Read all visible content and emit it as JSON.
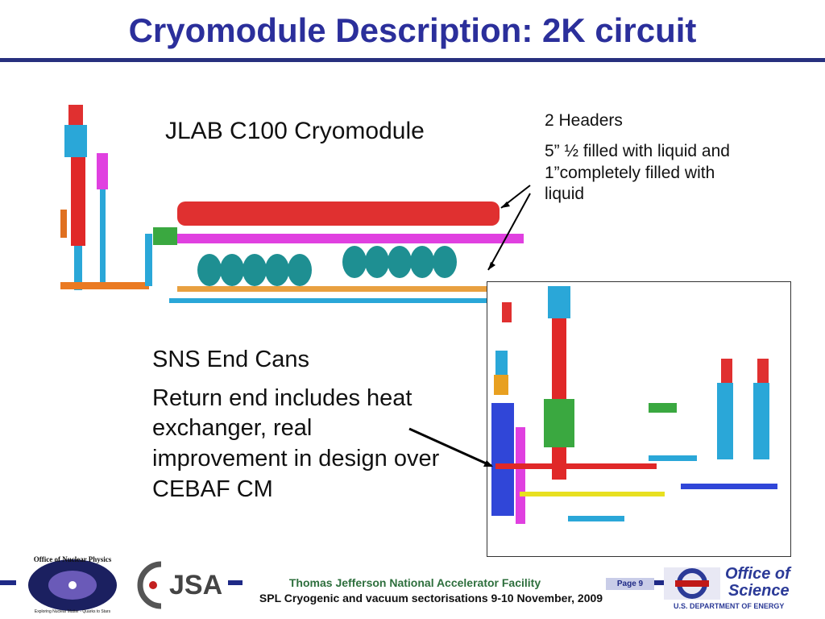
{
  "title": "Cryomodule Description: 2K circuit",
  "cryomodule_label": "JLAB C100 Cryomodule",
  "headers": {
    "line1": "2 Headers",
    "line2": "5” ½ filled with liquid and 1”completely filled with liquid"
  },
  "sns": {
    "line1": "SNS End Cans",
    "line2": "Return end includes heat exchanger, real improvement in design over CEBAF CM"
  },
  "footer": {
    "lab_name": "Thomas Jefferson National Accelerator Facility",
    "meeting": "SPL Cryogenic and vacuum sectorisations 9-10 November, 2009",
    "page": "Page 9",
    "np_logo_text": "Office of Nuclear Physics",
    "np_logo_tagline": "Exploring Nuclear Matter - Quarks to Stars",
    "jsa_logo": "JSA",
    "office_line1": "Office of",
    "office_line2": "Science",
    "office_line3": "U.S. DEPARTMENT OF ENERGY"
  }
}
